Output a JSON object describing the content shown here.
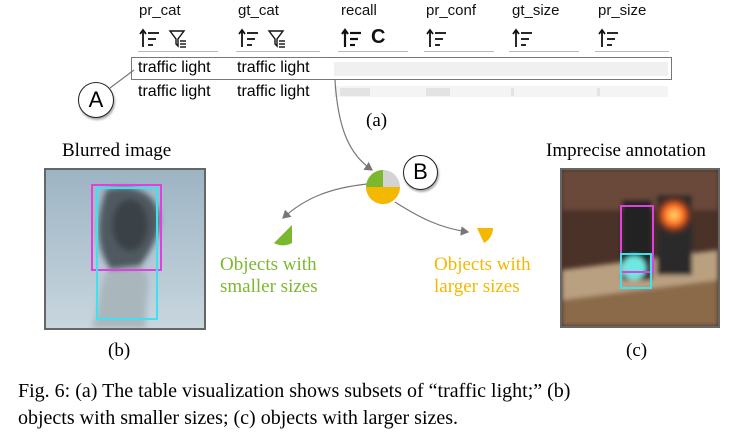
{
  "table": {
    "columns": [
      {
        "name": "pr_cat",
        "icons": [
          "sort-icon",
          "filter-icon"
        ],
        "icon_glyphs": [
          "↕",
          "⛉"
        ]
      },
      {
        "name": "gt_cat",
        "icons": [
          "sort-icon",
          "filter-icon"
        ],
        "icon_glyphs": [
          "↕",
          "⛉"
        ]
      },
      {
        "name": "recall",
        "icons": [
          "sort-icon",
          "color-toggle-icon"
        ],
        "icon_glyphs": [
          "↕",
          "C"
        ]
      },
      {
        "name": "pr_conf",
        "icons": [
          "sort-icon"
        ],
        "icon_glyphs": [
          "↕"
        ]
      },
      {
        "name": "gt_size",
        "icons": [
          "sort-icon"
        ],
        "icon_glyphs": [
          "↕"
        ]
      },
      {
        "name": "pr_size",
        "icons": [
          "sort-icon"
        ],
        "icon_glyphs": [
          "↕"
        ]
      }
    ],
    "rows": [
      {
        "pr_cat": "traffic light",
        "gt_cat": "traffic light",
        "selected": true
      },
      {
        "pr_cat": "traffic light",
        "gt_cat": "traffic light",
        "selected": false
      }
    ]
  },
  "markers": {
    "a": "A",
    "b": "B"
  },
  "labels": {
    "sub_a": "(a)",
    "sub_b": "(b)",
    "sub_c": "(c)",
    "blurred_title": "Blurred image",
    "imprecise_title": "Imprecise annotation",
    "smaller_line1": "Objects with",
    "smaller_line2": "smaller sizes",
    "larger_line1": "Objects with",
    "larger_line2": "larger sizes"
  },
  "caption": {
    "line1": "Fig. 6: (a) The table visualization shows subsets of “traffic light;” (b)",
    "line2": "objects with smaller sizes; (c) objects with larger sizes."
  },
  "colors": {
    "green": "#7cb82f",
    "orange": "#f5b800",
    "gray": "#d0d0d0",
    "magenta": "#e040e0",
    "cyan": "#40e0f0"
  }
}
